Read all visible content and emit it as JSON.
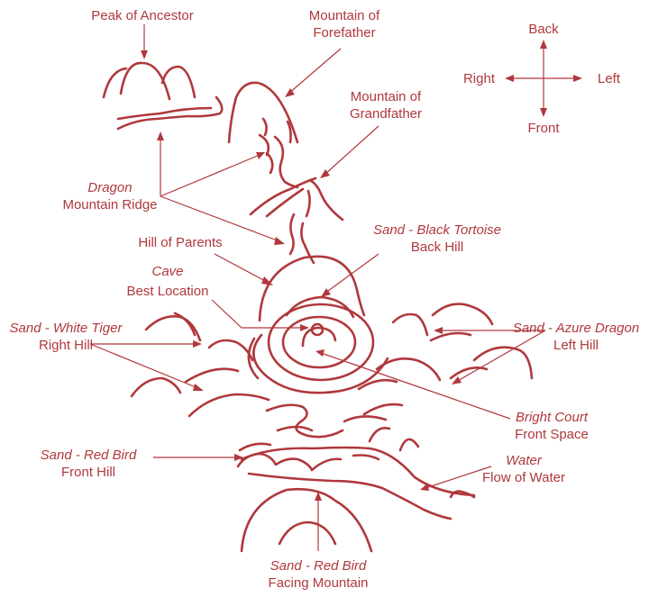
{
  "colors": {
    "ink": "#b0383c",
    "background": "#ffffff"
  },
  "compass": {
    "back": "Back",
    "front": "Front",
    "left": "Left",
    "right": "Right"
  },
  "labels": {
    "peak_of_ancestor": "Peak of Ancestor",
    "mountain_forefather_1": "Mountain of",
    "mountain_forefather_2": "Forefather",
    "mountain_grandfather_1": "Mountain of",
    "mountain_grandfather_2": "Grandfather",
    "dragon_1": "Dragon",
    "dragon_2": "Mountain Ridge",
    "hill_of_parents": "Hill of Parents",
    "black_tortoise_1": "Sand - Black Tortoise",
    "black_tortoise_2": "Back Hill",
    "cave_1": "Cave",
    "cave_2": "Best Location",
    "white_tiger_1": "Sand - White Tiger",
    "white_tiger_2": "Right Hill",
    "azure_dragon_1": "Sand - Azure Dragon",
    "azure_dragon_2": "Left Hill",
    "bright_court_1": "Bright Court",
    "bright_court_2": "Front Space",
    "red_bird_front_1": "Sand - Red Bird",
    "red_bird_front_2": "Front Hill",
    "water_1": "Water",
    "water_2": "Flow of Water",
    "red_bird_facing_1": "Sand - Red Bird",
    "red_bird_facing_2": "Facing Mountain"
  }
}
